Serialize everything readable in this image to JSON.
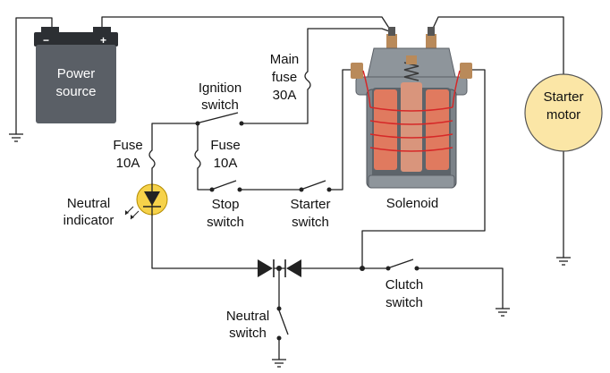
{
  "labels": {
    "power_source_line1": "Power",
    "power_source_line2": "source",
    "battery_minus": "−",
    "battery_plus": "+",
    "main_fuse_line1": "Main",
    "main_fuse_line2": "fuse",
    "main_fuse_line3": "30A",
    "ignition_switch_line1": "Ignition",
    "ignition_switch_line2": "switch",
    "fuse_left_line1": "Fuse",
    "fuse_left_line2": "10A",
    "fuse_right_line1": "Fuse",
    "fuse_right_line2": "10A",
    "neutral_indicator_line1": "Neutral",
    "neutral_indicator_line2": "indicator",
    "stop_switch_line1": "Stop",
    "stop_switch_line2": "switch",
    "starter_switch_line1": "Starter",
    "starter_switch_line2": "switch",
    "solenoid": "Solenoid",
    "starter_motor_line1": "Starter",
    "starter_motor_line2": "motor",
    "clutch_switch_line1": "Clutch",
    "clutch_switch_line2": "switch",
    "neutral_switch_line1": "Neutral",
    "neutral_switch_line2": "switch"
  },
  "colors": {
    "battery_body": "#5a5f66",
    "battery_top": "#2c2f33",
    "motor_fill": "#fbe6a6",
    "motor_stroke": "#555555",
    "solenoid_body": "#8e959b",
    "solenoid_coil": "#e07a5f",
    "solenoid_winding": "#d62828",
    "terminal": "#b98a5a",
    "wire": "#222222"
  }
}
